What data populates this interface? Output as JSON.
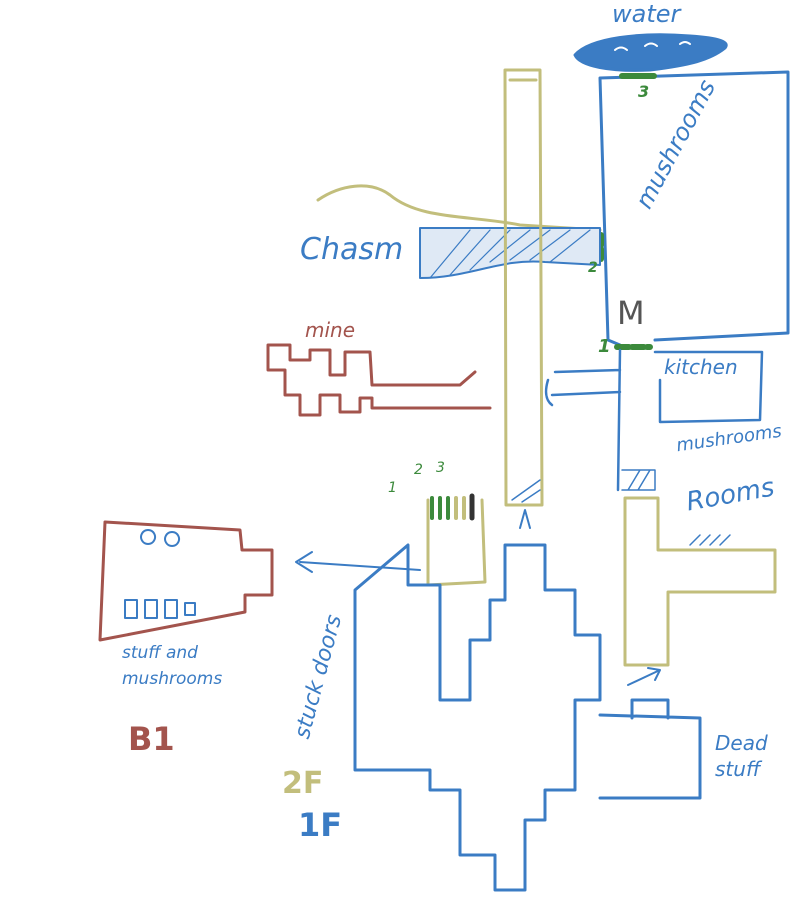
{
  "colors": {
    "floor1": "#3b7cc4",
    "floor2": "#c2be7c",
    "basement": "#a3544d",
    "door": "#3c8a3c",
    "marker": "#555555"
  },
  "labels": {
    "water": "water",
    "chasm": "Chasm",
    "mushrooms_hall": "mushrooms",
    "marker_m": "M",
    "mine": "mine",
    "kitchen": "kitchen",
    "mushrooms_side": "mushrooms",
    "rooms": "Rooms",
    "stuff_and_mushrooms": "stuff and mushrooms",
    "stuck_doors": "stuck doors",
    "dead_stuff": "Dead stuff"
  },
  "doors": {
    "d1": "1",
    "d2": "2",
    "d3": "3",
    "lock1": "1",
    "lock2": "2",
    "lock3": "3"
  },
  "legend": {
    "b1": "B1",
    "f2": "2F",
    "f1": "1F"
  }
}
